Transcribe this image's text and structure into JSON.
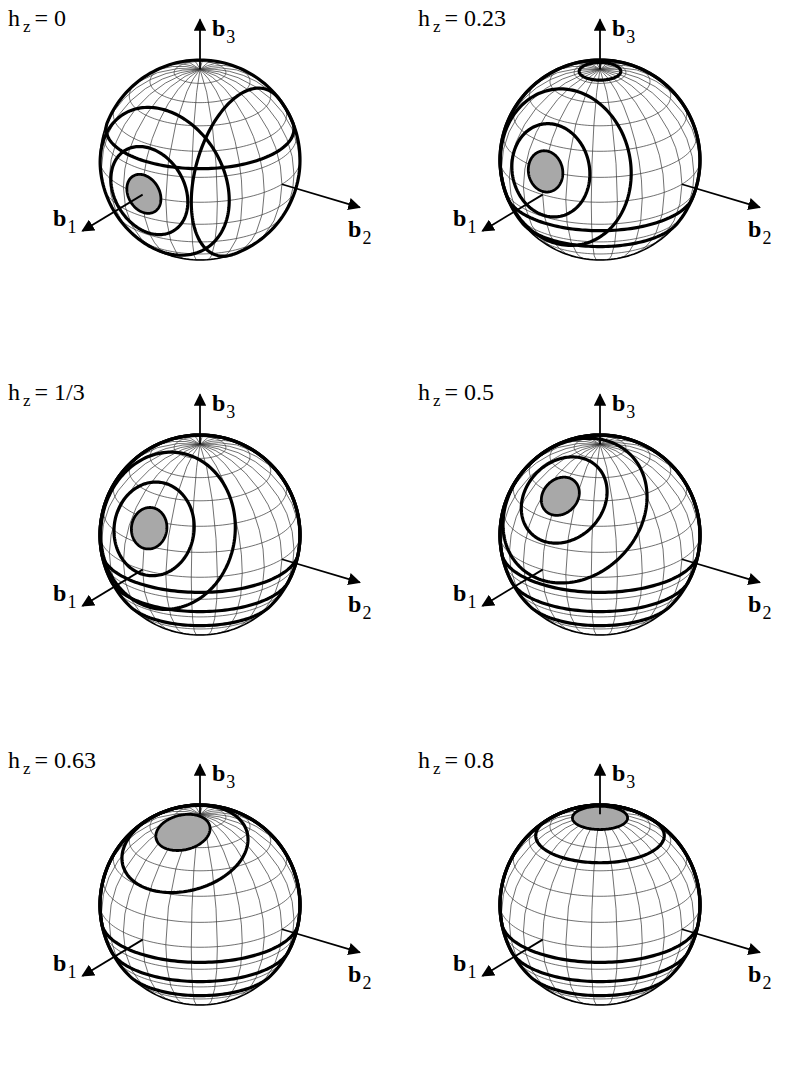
{
  "diagram": {
    "labels": [
      "h",
      "z",
      "= 0",
      "b",
      "3",
      "b",
      "1",
      "b",
      "2",
      "h",
      "z",
      "= 0.23",
      "b",
      "3",
      "b",
      "1",
      "b",
      "2",
      "h",
      "z",
      "= 1/3",
      "b",
      "3",
      "b",
      "1",
      "b",
      "2",
      "h",
      "z",
      "= 0.5",
      "b",
      "3",
      "b",
      "1",
      "b",
      "2",
      "h",
      "z",
      "= 0.63",
      "b",
      "3",
      "b",
      "1",
      "b",
      "2",
      "h",
      "z",
      "= 0.8",
      "b",
      "3",
      "b",
      "1",
      "b",
      "2"
    ]
  }
}
